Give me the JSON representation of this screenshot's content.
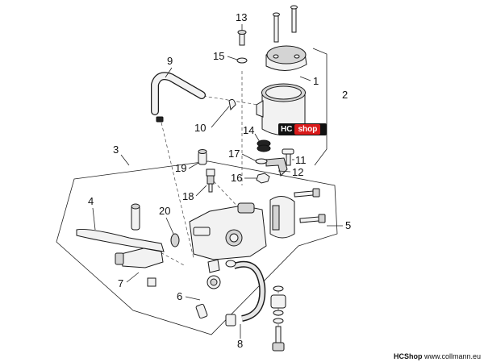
{
  "callouts": [
    {
      "id": "1",
      "label": "1"
    },
    {
      "id": "2",
      "label": "2"
    },
    {
      "id": "3",
      "label": "3"
    },
    {
      "id": "4",
      "label": "4"
    },
    {
      "id": "5",
      "label": "5"
    },
    {
      "id": "6",
      "label": "6"
    },
    {
      "id": "7",
      "label": "7"
    },
    {
      "id": "8",
      "label": "8"
    },
    {
      "id": "9",
      "label": "9"
    },
    {
      "id": "10",
      "label": "10"
    },
    {
      "id": "11",
      "label": "11"
    },
    {
      "id": "12",
      "label": "12"
    },
    {
      "id": "13",
      "label": "13"
    },
    {
      "id": "14",
      "label": "14"
    },
    {
      "id": "15",
      "label": "15"
    },
    {
      "id": "16",
      "label": "16"
    },
    {
      "id": "17",
      "label": "17"
    },
    {
      "id": "18",
      "label": "18"
    },
    {
      "id": "19",
      "label": "19"
    },
    {
      "id": "20",
      "label": "20"
    }
  ],
  "badge": {
    "hc": "HC",
    "shop": "shop"
  },
  "footer": {
    "brand": "HCShop",
    "url": "www.collmann.eu"
  }
}
